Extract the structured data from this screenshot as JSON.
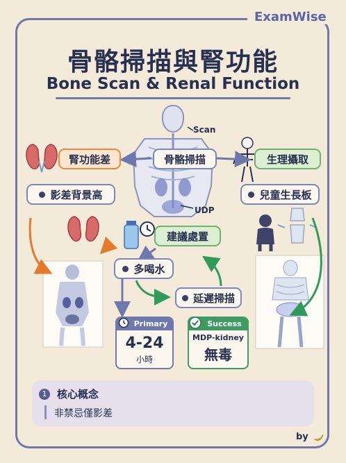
{
  "brand": "ExamWise",
  "title_zh": "骨骼掃描與腎功能",
  "title_en": "Bone Scan & Renal Function",
  "labels": {
    "scan": "Scan",
    "udp": "UDP",
    "bone_scan": "骨骼掃描",
    "poor_renal": "腎功能差",
    "high_bg": "影差背景高",
    "physio_uptake": "生理攝取",
    "growth_plate": "兒童生長板",
    "suggest": "建議處置",
    "drink": "多喝水",
    "delayed": "延遲掃描"
  },
  "cards": {
    "primary": {
      "tag": "Primary",
      "value": "4-24",
      "unit": "小時"
    },
    "success": {
      "tag": "Success",
      "sub": "MDP-kidney",
      "value": "無毒"
    }
  },
  "concept": {
    "number": "1",
    "title": "核心概念",
    "text": "非禁忌僅影差"
  },
  "byline": "by",
  "colors": {
    "accent": "#6f78ad",
    "orange": "#e58a3c",
    "green": "#3f9a63"
  },
  "icons": [
    "skeleton-icon",
    "kidney-icon",
    "water-bottle-icon",
    "clock-icon",
    "child-icon",
    "knee-icon",
    "check-icon",
    "banana-icon"
  ]
}
